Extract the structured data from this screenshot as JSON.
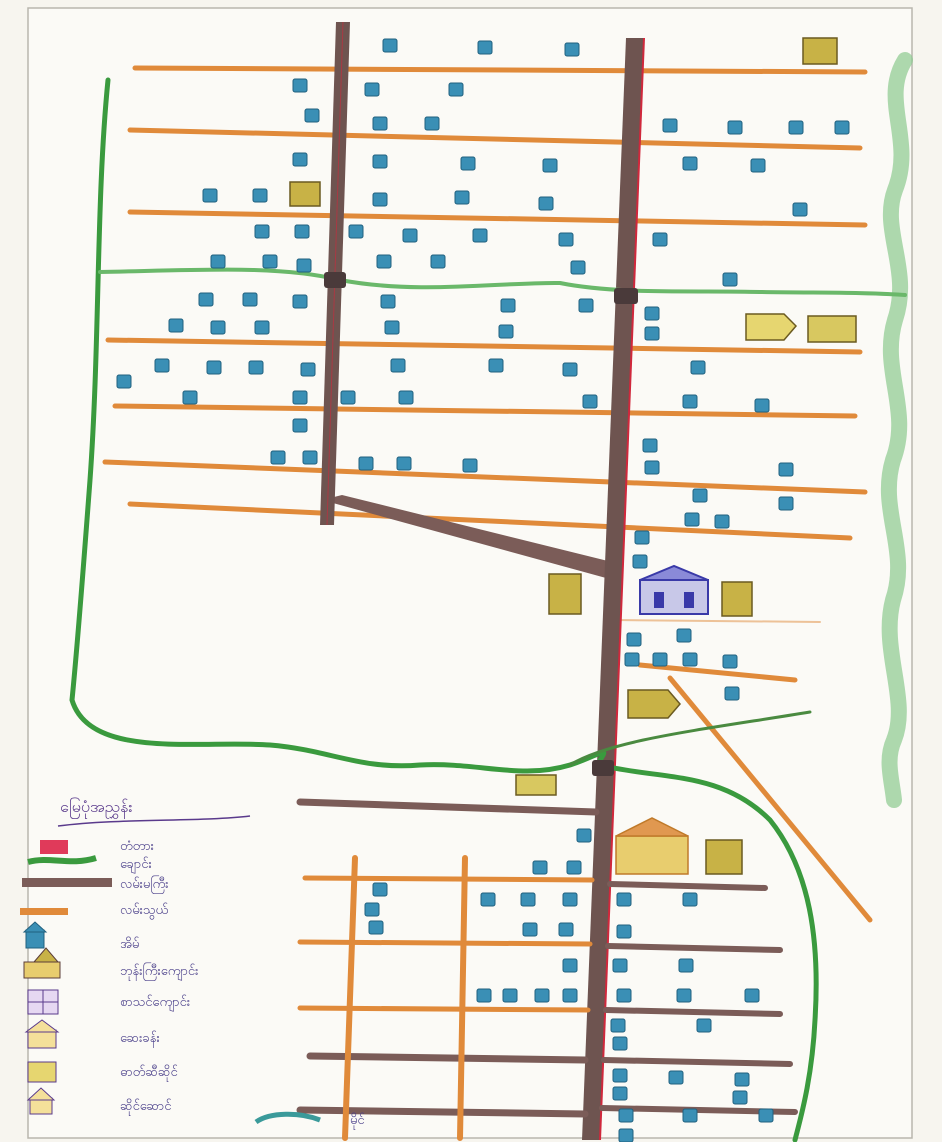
{
  "legend": {
    "title": "မြေပုံအညွှန်း",
    "items": [
      {
        "key": "bridge",
        "label": "တံတား",
        "icon": "bridge-icon"
      },
      {
        "key": "stream",
        "label": "ချောင်း",
        "icon": "stream-line-icon"
      },
      {
        "key": "main_road",
        "label": "လမ်းမကြီး",
        "icon": "main-road-icon"
      },
      {
        "key": "minor_road",
        "label": "လမ်းသွယ်",
        "icon": "minor-road-icon"
      },
      {
        "key": "house",
        "label": "အိမ်",
        "icon": "house-icon"
      },
      {
        "key": "monastery",
        "label": "ဘုန်းကြီးကျောင်း",
        "icon": "monastery-icon"
      },
      {
        "key": "school",
        "label": "စာသင်ကျောင်း",
        "icon": "school-icon"
      },
      {
        "key": "clinic",
        "label": "ဆေးခန်း",
        "icon": "clinic-icon"
      },
      {
        "key": "office",
        "label": "ဓာတ်ဆီဆိုင်",
        "icon": "office-icon"
      },
      {
        "key": "shop",
        "label": "ဆိုင်ဆောင်",
        "icon": "shop-icon"
      }
    ],
    "scale": {
      "label": "မိုင်",
      "icon": "scale-bar-icon"
    }
  },
  "colors": {
    "stream": "#3a9a3e",
    "main_road": "#5b3d3a",
    "main_road_edge": "#d0283c",
    "minor_road": "#e08a3a",
    "house": "#3a8fb5",
    "building": "#c8b246",
    "legend_ink": "#4a3f8a"
  }
}
